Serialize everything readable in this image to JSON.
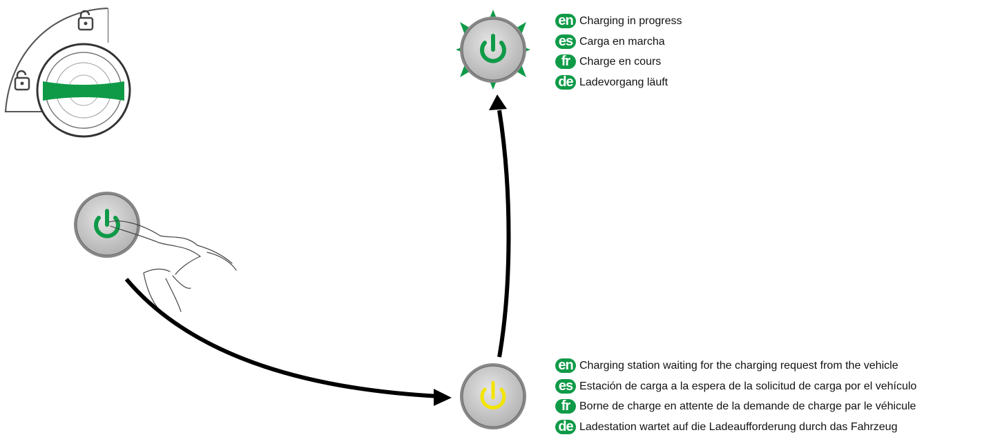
{
  "colors": {
    "green": "#0f9a48",
    "yellow": "#f3e500",
    "button_gray": "#c9c9c9",
    "outline": "#555555",
    "arrow": "#000000"
  },
  "icons": {
    "lock_panel": [
      "unlock-icon",
      "unlock-icon"
    ],
    "start_button": "power-icon",
    "hand": "pointing-hand-icon",
    "charging_button": "power-icon",
    "waiting_button": "power-icon"
  },
  "states": {
    "charging": {
      "light": "green-flashing",
      "lines": [
        {
          "lang": "en",
          "text": "Charging in progress"
        },
        {
          "lang": "es",
          "text": "Carga en marcha"
        },
        {
          "lang": "fr",
          "text": "Charge en cours"
        },
        {
          "lang": "de",
          "text": "Ladevorgang läuft"
        }
      ]
    },
    "waiting": {
      "light": "yellow-steady",
      "lines": [
        {
          "lang": "en",
          "text": "Charging station waiting for the charging request from the vehicle"
        },
        {
          "lang": "es",
          "text": "Estación de carga a la espera de la solicitud de carga por el vehículo"
        },
        {
          "lang": "fr",
          "text": "Borne de charge en attente de la demande de charge par le véhicule"
        },
        {
          "lang": "de",
          "text": "Ladestation wartet auf die Ladeaufforderung durch das Fahrzeug"
        }
      ]
    }
  }
}
